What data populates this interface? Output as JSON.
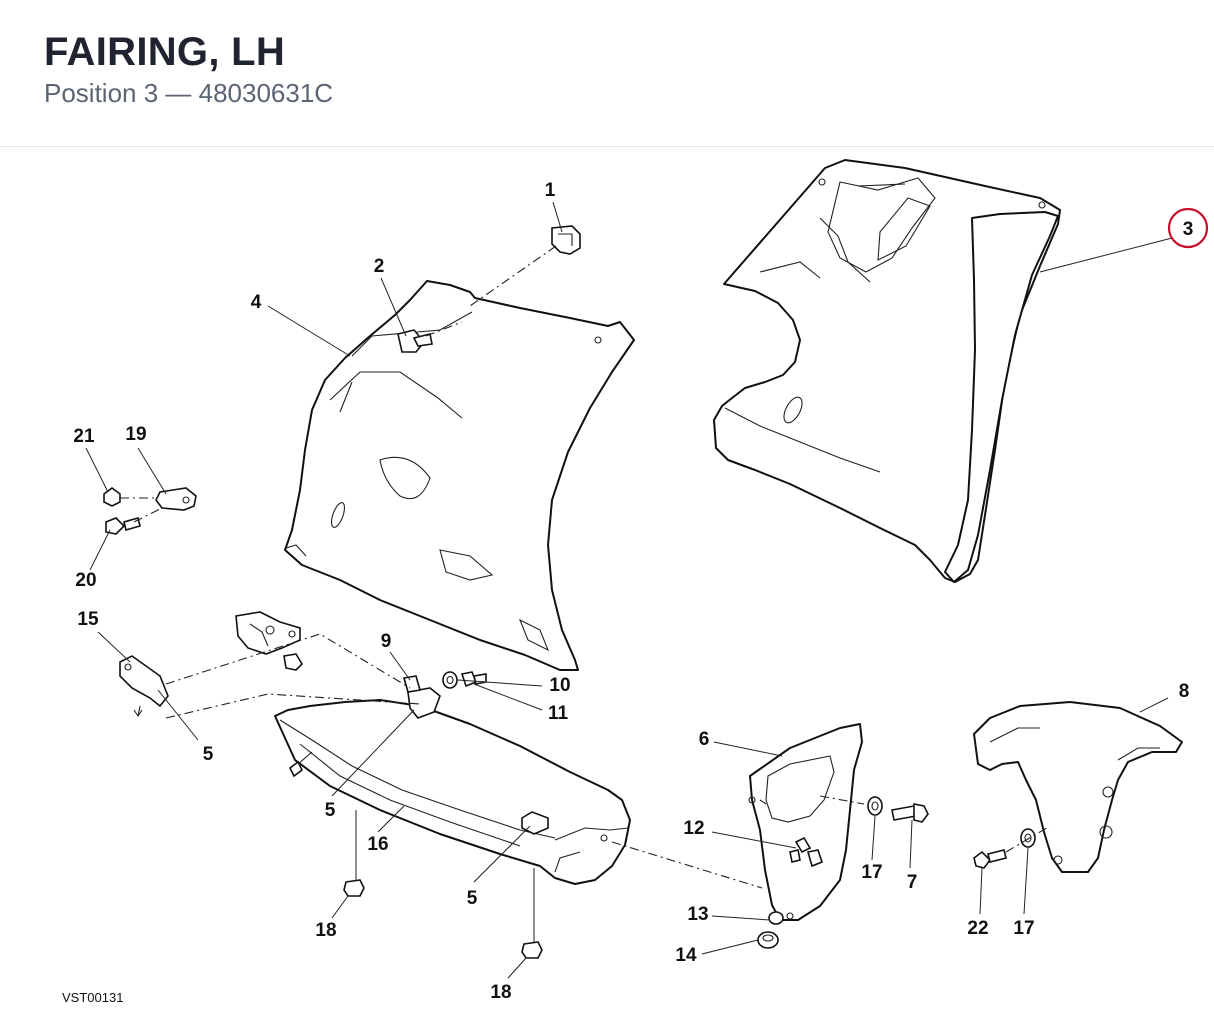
{
  "header": {
    "title": "FAIRING, LH",
    "subtitle": "Position 3 — 48030631C"
  },
  "diagram": {
    "highlight_color": "#c8102e",
    "highlighted_callout": "3",
    "callouts": {
      "c1": "1",
      "c2": "2",
      "c3": "3",
      "c4": "4",
      "c5a": "5",
      "c5b": "5",
      "c5c": "5",
      "c6": "6",
      "c7": "7",
      "c8": "8",
      "c9": "9",
      "c10": "10",
      "c11": "11",
      "c12": "12",
      "c13": "13",
      "c14": "14",
      "c15": "15",
      "c16": "16",
      "c17a": "17",
      "c17b": "17",
      "c18a": "18",
      "c18b": "18",
      "c19": "19",
      "c20": "20",
      "c21": "21",
      "c22": "22"
    },
    "reference_code": "VST00131"
  }
}
